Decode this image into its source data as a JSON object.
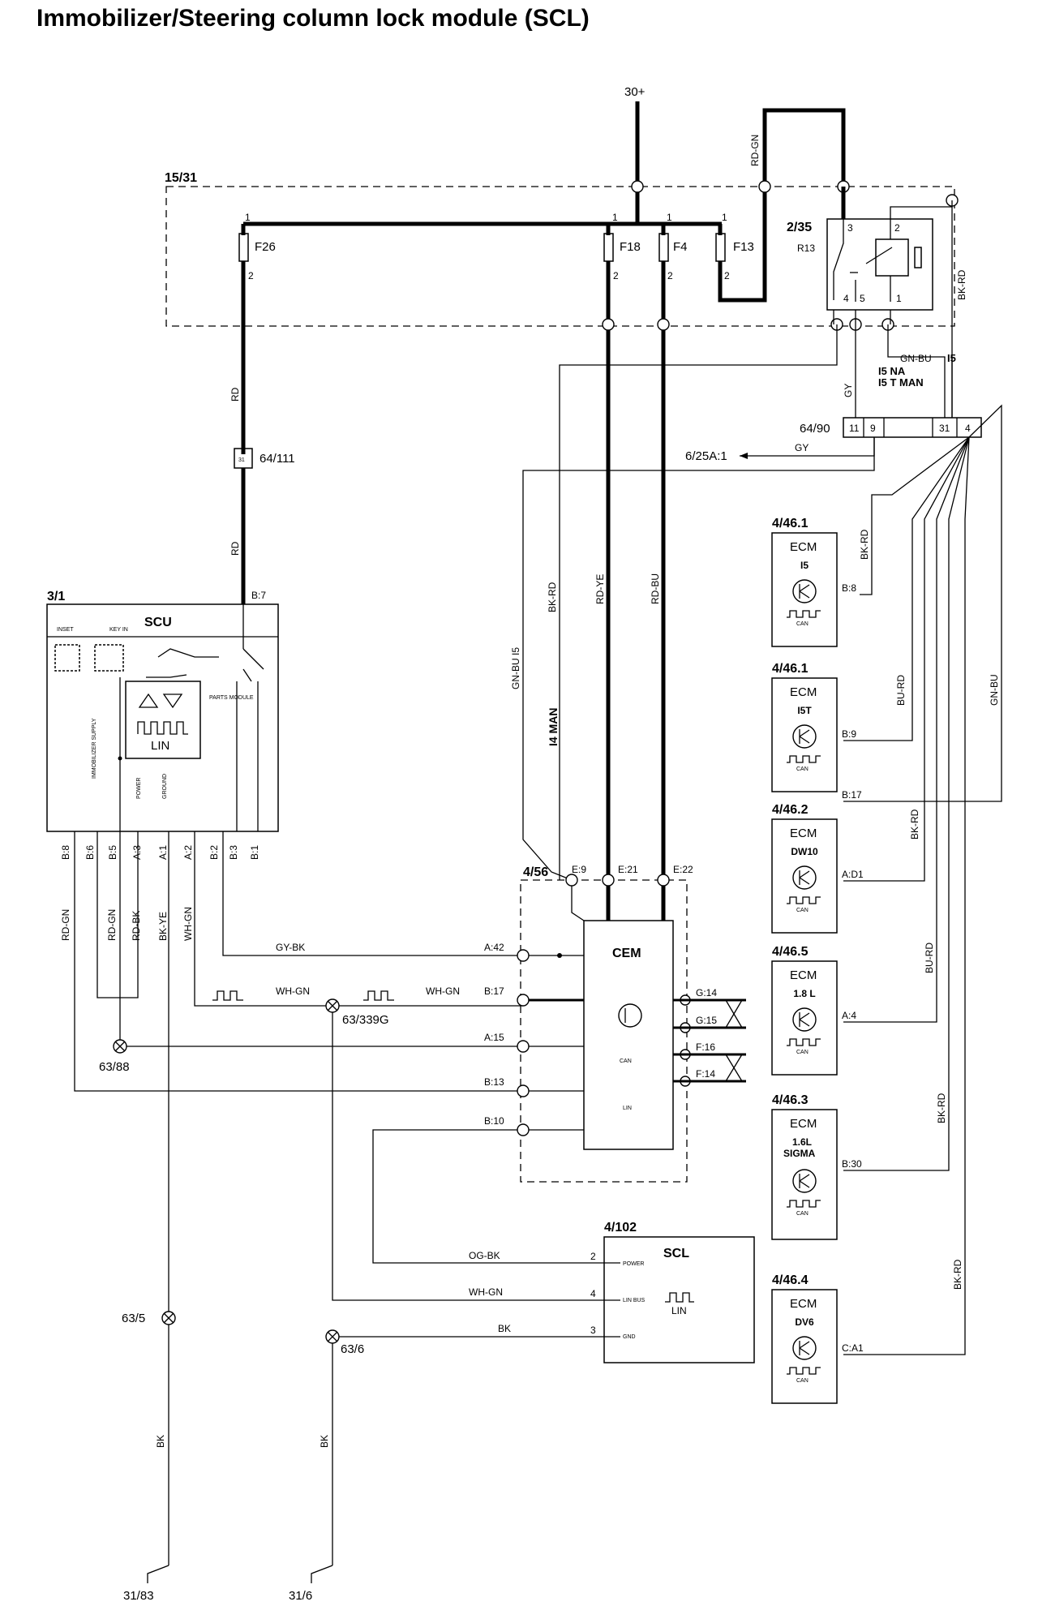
{
  "title": "Immobilizer/Steering column lock module (SCL)",
  "supply": {
    "battery": "30+",
    "rd_gn": "RD-GN"
  },
  "fusebox": {
    "id": "15/31",
    "fuses": [
      "F26",
      "F18",
      "F4",
      "F13"
    ],
    "pin1": "1",
    "pin2": "2"
  },
  "relay": {
    "id": "2/35",
    "name": "R13",
    "pins": [
      "3",
      "2",
      "4",
      "5",
      "1"
    ],
    "wire_right": "BK-RD"
  },
  "connector_64_90": {
    "id": "64/90",
    "pins": [
      "11",
      "9",
      "31",
      "4"
    ],
    "gy": "GY",
    "gn_bu": "GN-BU",
    "i5": "I5",
    "i5_na": "I5 NA",
    "i5_tman": "I5 T MAN",
    "ref": "6/25A:1",
    "ref_wire": "GY"
  },
  "connector_64_111": {
    "id": "64/111",
    "pin": "31",
    "wire": "RD"
  },
  "scu": {
    "id": "3/1",
    "name": "SCU",
    "lin": "LIN",
    "top_pin": "B:7",
    "pins": [
      "B:8",
      "B:6",
      "B:5",
      "A:3",
      "A:1",
      "A:2",
      "B:2",
      "B:3",
      "B:1"
    ],
    "wires": [
      "RD-GN",
      "RD-GN",
      "RD-BK",
      "BK-YE",
      "WH-GN"
    ],
    "inner_labels": [
      "INSET",
      "KEY IN",
      "PARTS MODULE",
      "IMMOBILIZER SUPPLY",
      "POWER",
      "GROUND"
    ]
  },
  "mid_wires": {
    "bk_rd": "BK-RD",
    "rd_ye": "RD-YE",
    "rd_bu": "RD-BU",
    "gn_bu_i5": "GN-BU  I5",
    "i4_man": "I4 MAN"
  },
  "cem": {
    "id": "4/56",
    "name": "CEM",
    "top_pins": [
      "E:9",
      "E:21",
      "E:22"
    ],
    "left_pins": [
      "A:42",
      "B:17",
      "A:15",
      "B:13",
      "B:10"
    ],
    "right_pins": [
      "G:14",
      "G:15",
      "F:16",
      "F:14"
    ],
    "can": "CAN",
    "lin": "LIN"
  },
  "signal_wires": {
    "gy_bk": "GY-BK",
    "wh_gn": "WH-GN",
    "wh_gn2": "WH-GN",
    "splice_339": "63/339G",
    "splice_88": "63/88"
  },
  "scl": {
    "id": "4/102",
    "name": "SCL",
    "pins": [
      "2",
      "4",
      "3"
    ],
    "pin_labels": [
      "POWER",
      "LIN BUS",
      "GND"
    ],
    "wires": [
      "OG-BK",
      "WH-GN",
      "BK"
    ],
    "lin": "LIN"
  },
  "grounds": {
    "splice_5": "63/5",
    "splice_6": "63/6",
    "wire": "BK",
    "g1": "31/83",
    "g2": "31/6"
  },
  "ecms": [
    {
      "id": "4/46.1",
      "name": "ECM",
      "variant": "I5",
      "pins": [
        "B:8"
      ],
      "wire": "BK-RD"
    },
    {
      "id": "4/46.1",
      "name": "ECM",
      "variant": "I5T",
      "pins": [
        "B:9",
        "B:17"
      ],
      "wire": "BU-RD",
      "wire2": "GN-BU"
    },
    {
      "id": "4/46.2",
      "name": "ECM",
      "variant": "DW10",
      "pins": [
        "A:D1"
      ],
      "wire": "BK-RD"
    },
    {
      "id": "4/46.5",
      "name": "ECM",
      "variant": "1.8 L",
      "pins": [
        "A:4"
      ],
      "wire": "BU-RD"
    },
    {
      "id": "4/46.3",
      "name": "ECM",
      "variant": "1.6L SIGMA",
      "pins": [
        "B:30"
      ],
      "wire": "BK-RD"
    },
    {
      "id": "4/46.4",
      "name": "ECM",
      "variant": "DV6",
      "pins": [
        "C:A1"
      ],
      "wire": "BK-RD"
    }
  ],
  "ecm_can": "CAN"
}
